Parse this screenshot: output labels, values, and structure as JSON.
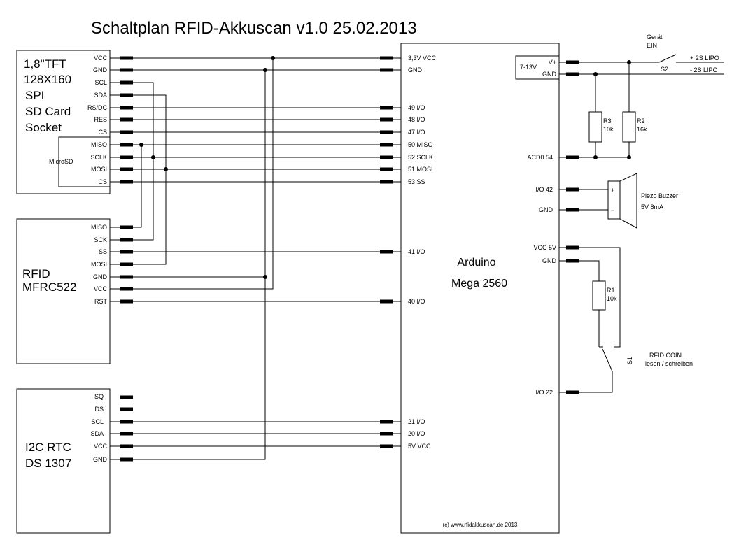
{
  "title": "Schaltplan RFID-Akkuscan v1.0  25.02.2013",
  "tft": {
    "label": [
      "1,8\"TFT",
      "128X160",
      "SPI",
      "SD Card",
      "Socket"
    ],
    "pins": [
      "VCC",
      "GND",
      "SCL",
      "SDA",
      "RS/DC",
      "RES",
      "CS",
      "MISO",
      "SCLK",
      "MOSI",
      "CS"
    ],
    "microsd_label": "MicroSD"
  },
  "rfid": {
    "label": [
      "RFID",
      "MFRC522"
    ],
    "pins": [
      "MISO",
      "SCK",
      "SS",
      "MOSI",
      "GND",
      "VCC",
      "RST"
    ]
  },
  "rtc": {
    "label": [
      "I2C RTC",
      "DS 1307"
    ],
    "pins": [
      "SQ",
      "DS",
      "SCL",
      "SDA",
      "VCC",
      "GND"
    ]
  },
  "arduino": {
    "label": [
      "Arduino",
      "Mega 2560"
    ],
    "left_pins": [
      "3,3V VCC",
      "GND",
      "49 I/O",
      "48 I/O",
      "47 I/O",
      "50 MISO",
      "52 SCLK",
      "51 MOSI",
      "53 SS",
      "41 I/O",
      "40 I/O",
      "21 I/O",
      "20 I/O",
      "5V VCC"
    ],
    "right_pins": [
      "V+",
      "GND",
      "ACD0  54",
      "I/O 42",
      "GND",
      "VCC 5V",
      "GND",
      "I/O 22"
    ],
    "supply_label": "7-13V",
    "copyright": "(c) www.rfidakkuscan.de 2013"
  },
  "power": {
    "switch_label": [
      "Gerät",
      "EIN"
    ],
    "switch_name": "S2",
    "plus_label": "+ 2S LIPO",
    "minus_label": "- 2S LIPO"
  },
  "resistors": [
    {
      "name": "R3",
      "value": "10k"
    },
    {
      "name": "R2",
      "value": "16k"
    },
    {
      "name": "R1",
      "value": "10k"
    }
  ],
  "buzzer": {
    "label": "Piezo Buzzer",
    "spec": "5V 8mA",
    "plus": "+",
    "minus": "−"
  },
  "button": {
    "name": "S1",
    "label": [
      "RFID COIN",
      "lesen / schreiben"
    ]
  }
}
